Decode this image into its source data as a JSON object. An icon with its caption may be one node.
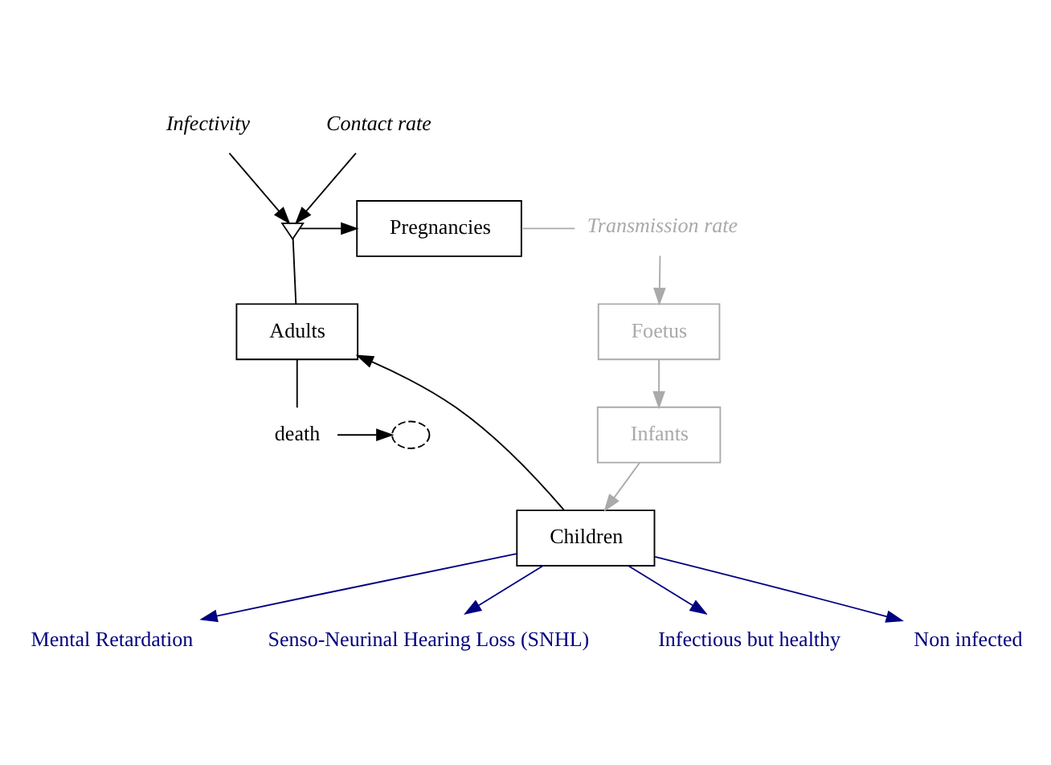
{
  "diagram": {
    "nodes": [
      {
        "text": [
          "Infectivity"
        ]
      },
      {
        "text": [
          "Contact rate"
        ]
      },
      {
        "text": [],
        "shape": "valve"
      },
      {
        "text": [
          "Pregnancies"
        ]
      },
      {
        "text": [
          "Transmission rate"
        ]
      },
      {
        "text": [
          "Foetus"
        ]
      },
      {
        "text": [
          "Adults"
        ]
      },
      {
        "text": [
          "death"
        ]
      },
      {
        "text": [],
        "shape": "cloud"
      },
      {
        "text": [
          "Infants"
        ]
      },
      {
        "text": [
          "Children"
        ]
      },
      {
        "text": [
          "Mental Retardation"
        ]
      },
      {
        "text": [
          "Senso-Neurinal Hearing Loss (SNHL)"
        ]
      },
      {
        "text": [
          "Infectious but healthy"
        ]
      },
      {
        "text": [
          "Non infected"
        ]
      }
    ],
    "edges": [
      {
        "from": 0,
        "to": 2,
        "arrow": "to"
      },
      {
        "from": 1,
        "to": 2,
        "arrow": "to"
      },
      {
        "from": 6,
        "to": 2,
        "arrow": "none"
      },
      {
        "from": 2,
        "to": 3,
        "arrow": "to"
      },
      {
        "from": 3,
        "to": 4,
        "arrow": "none",
        "color": "#aaaaaa"
      },
      {
        "from": 4,
        "to": 5,
        "arrow": "to",
        "color": "#aaaaaa"
      },
      {
        "from": 5,
        "to": 9,
        "arrow": "to",
        "color": "#aaaaaa"
      },
      {
        "from": 9,
        "to": 10,
        "arrow": "to",
        "color": "#aaaaaa"
      },
      {
        "from": 10,
        "to": 6,
        "arrow": "to"
      },
      {
        "from": 6,
        "to": 7,
        "arrow": "none"
      },
      {
        "from": 7,
        "to": 8,
        "arrow": "to"
      },
      {
        "from": 10,
        "to": 11,
        "arrow": "to",
        "color": "#000080"
      },
      {
        "from": 10,
        "to": 12,
        "arrow": "to",
        "color": "#000080"
      },
      {
        "from": 10,
        "to": 13,
        "arrow": "to",
        "color": "#000080"
      },
      {
        "from": 10,
        "to": 14,
        "arrow": "to",
        "color": "#000080"
      }
    ]
  }
}
